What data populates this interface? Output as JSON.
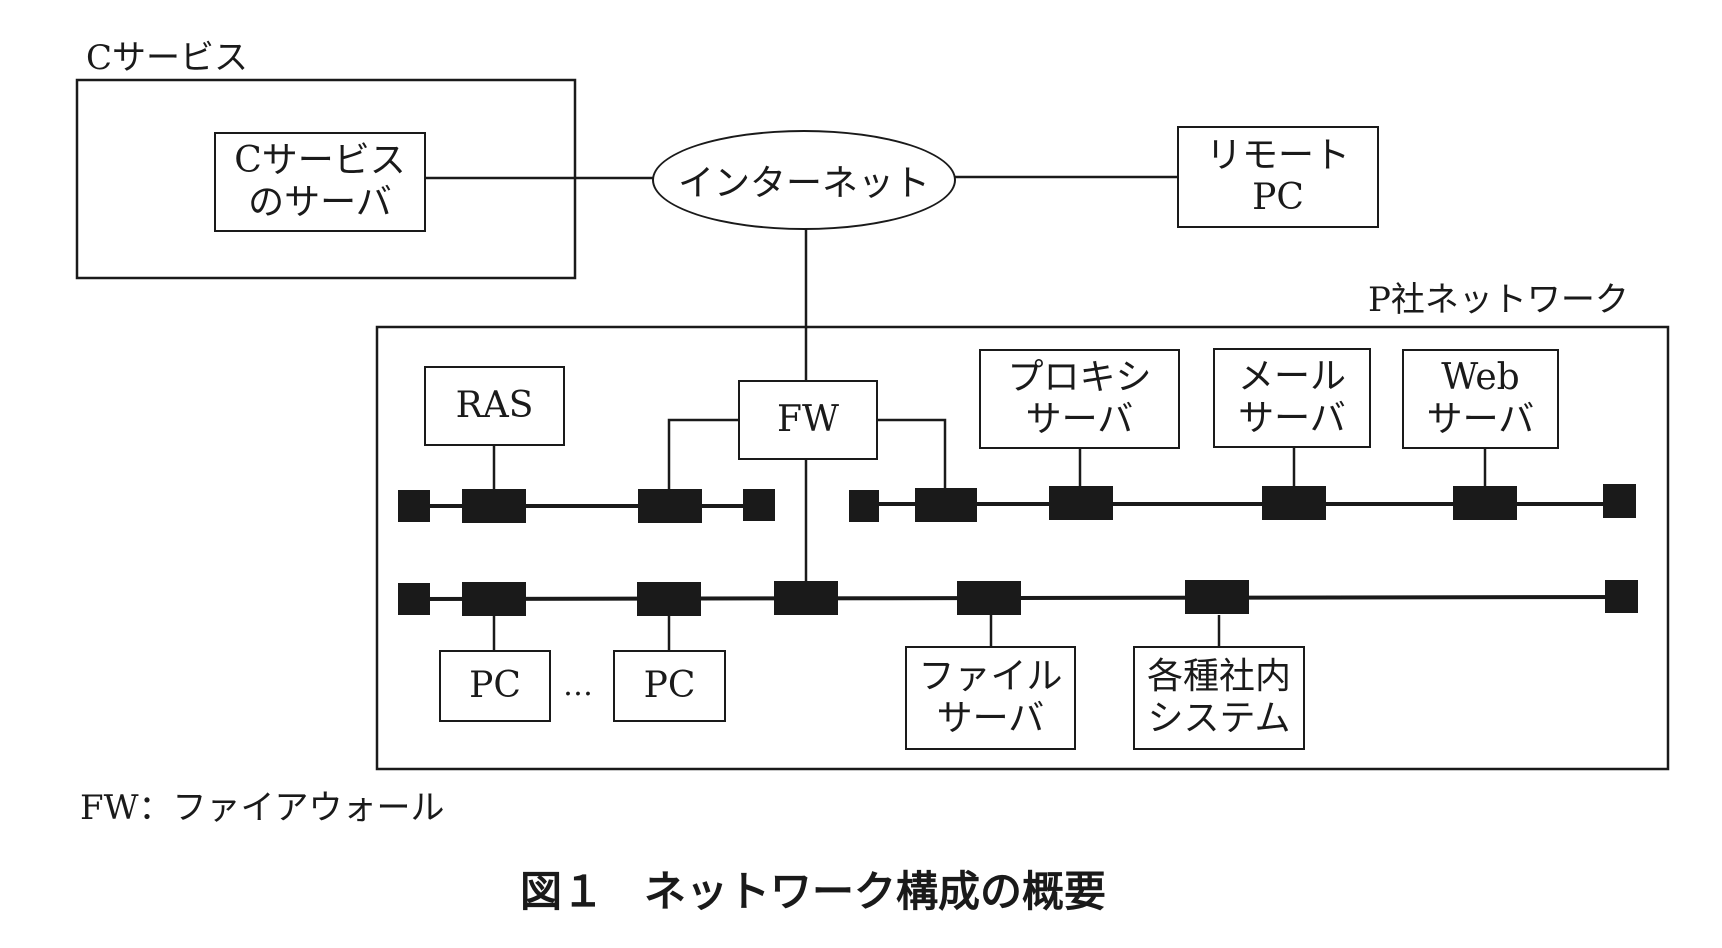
{
  "figure": {
    "caption_number": "図１",
    "caption_title": "ネットワーク構成の概要",
    "footnote": "FW：ファイアウォール"
  },
  "zones": {
    "c_service": "Cサービス",
    "p_network": "P社ネットワーク"
  },
  "nodes": {
    "c_server": [
      "Cサービス",
      "のサーバ"
    ],
    "internet": "インターネット",
    "remote_pc": [
      "リモート",
      "PC"
    ],
    "ras": "RAS",
    "fw": "FW",
    "proxy": [
      "プロキシ",
      "サーバ"
    ],
    "mail": [
      "メール",
      "サーバ"
    ],
    "web": [
      "Web",
      "サーバ"
    ],
    "pc1": "PC",
    "ellipsis": "…",
    "pc2": "PC",
    "file": [
      "ファイル",
      "サーバ"
    ],
    "internal": [
      "各種社内",
      "システム"
    ]
  }
}
